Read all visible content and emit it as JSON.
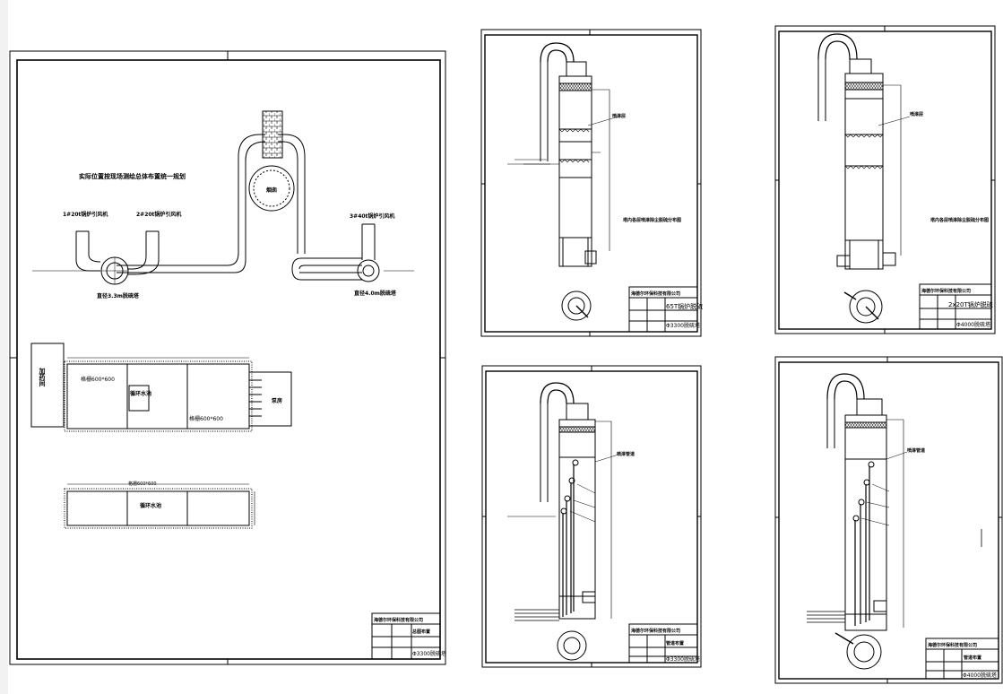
{
  "sheet1": {
    "site_plan_title": "实际位置按现场测绘总体布置统一规划",
    "fan_label_1": "1#20t锅炉引风机",
    "fan_label_2": "2#20t锅炉引风机",
    "fan_label_3": "3#40t锅炉引风机",
    "chimney_label": "烟囱",
    "tower_label_left": "直径3.3m脱硫塔",
    "tower_label_right": "直径4.0m脱硫塔",
    "pool_plan": {
      "side_label": "加药间",
      "center_label": "循环水池",
      "grate_label_1": "格栅600*600",
      "grate_label_2": "格栅600*600",
      "pump_label": "泵房"
    },
    "pool_section": {
      "grate_label": "格栅600*600",
      "center_label": "循环水池"
    },
    "title_block": {
      "company": "海德尔环保科技有限公司",
      "drawing": "总图布置",
      "spec": "Φ3300脱硫塔"
    }
  },
  "sheet2": {
    "note": "塔内各层喷淋除尘脱硫分布图",
    "leader_label": "喷淋层",
    "title_block": {
      "company": "海德尔环保科技有限公司",
      "drawing": "65T锅炉脱硫",
      "spec": "Φ3300脱硫塔"
    }
  },
  "sheet3": {
    "note": "塔内各层喷淋除尘脱硫分布图",
    "leader_label": "喷淋层",
    "title_block": {
      "company": "海德尔环保科技有限公司",
      "drawing": "2x20T锅炉脱硫",
      "spec": "Φ4000脱硫塔"
    }
  },
  "sheet4": {
    "leader_label": "喷淋管道",
    "title_block": {
      "company": "海德尔环保科技有限公司",
      "drawing": "管道布置",
      "spec": "Φ3300脱硫塔"
    }
  },
  "sheet5": {
    "leader_label": "喷淋管道",
    "title_block": {
      "company": "海德尔环保科技有限公司",
      "drawing": "管道布置",
      "spec": "Φ4000脱硫塔"
    }
  }
}
